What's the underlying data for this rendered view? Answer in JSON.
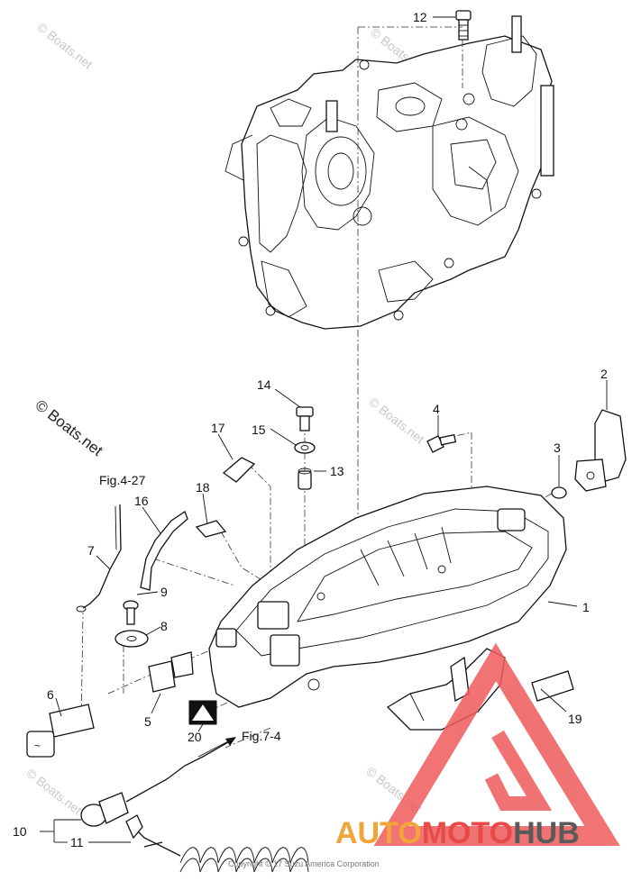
{
  "callouts": [
    {
      "id": "c1",
      "text": "1"
    },
    {
      "id": "c2",
      "text": "2"
    },
    {
      "id": "c3",
      "text": "3"
    },
    {
      "id": "c4",
      "text": "4"
    },
    {
      "id": "c5",
      "text": "5"
    },
    {
      "id": "c6",
      "text": "6"
    },
    {
      "id": "c7",
      "text": "7"
    },
    {
      "id": "c8",
      "text": "8"
    },
    {
      "id": "c9",
      "text": "9"
    },
    {
      "id": "c10",
      "text": "10"
    },
    {
      "id": "c11",
      "text": "11"
    },
    {
      "id": "c12",
      "text": "12"
    },
    {
      "id": "c13",
      "text": "13"
    },
    {
      "id": "c14",
      "text": "14"
    },
    {
      "id": "c15",
      "text": "15"
    },
    {
      "id": "c16",
      "text": "16"
    },
    {
      "id": "c17",
      "text": "17"
    },
    {
      "id": "c18",
      "text": "18"
    },
    {
      "id": "c19",
      "text": "19"
    },
    {
      "id": "c20",
      "text": "20"
    }
  ],
  "references": {
    "fig_top": "Fig.4-27",
    "fig_mid": "Fig.7-4"
  },
  "watermarks": {
    "site": "© Boats.net",
    "site_large": "© Boats.net"
  },
  "copyright": "Copyright © 17 Suzu America Corporation",
  "brand": {
    "part1": "AUTO",
    "part2": "MOTO",
    "part3": "HUB",
    "color_orange": "#f2a33a",
    "color_red": "#e84a4a",
    "color_grey": "#5a5a5a",
    "logo_color": "#ef5a5a"
  }
}
